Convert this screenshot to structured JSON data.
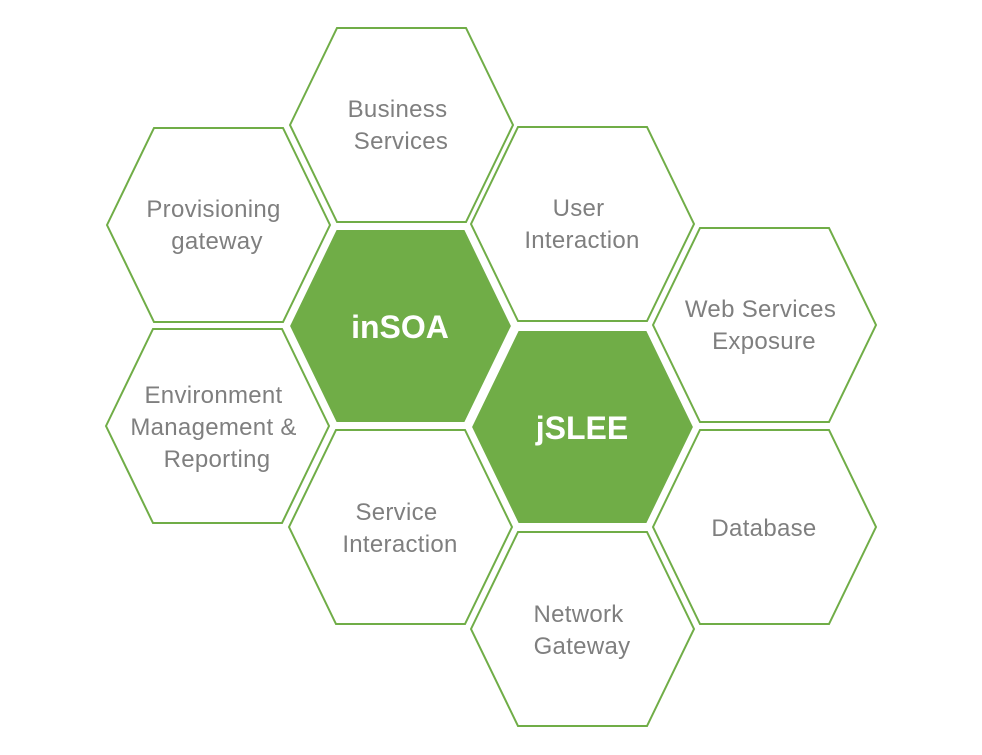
{
  "diagram": {
    "colors": {
      "accent": "#70ad47",
      "text": "#7f7f7f",
      "core_text": "#ffffff",
      "background": "#ffffff"
    },
    "hexagons": {
      "business_services": {
        "lines": [
          "Business",
          "Services"
        ]
      },
      "provisioning_gateway": {
        "lines": [
          "Provisioning",
          "gateway"
        ]
      },
      "user_interaction": {
        "lines": [
          "User",
          "Interaction"
        ]
      },
      "web_services_exposure": {
        "lines": [
          "Web Services",
          "Exposure"
        ]
      },
      "environment_management": {
        "lines": [
          "Environment",
          "Management &",
          "Reporting"
        ]
      },
      "service_interaction": {
        "lines": [
          "Service",
          "Interaction"
        ]
      },
      "database": {
        "lines": [
          "Database"
        ]
      },
      "network_gateway": {
        "lines": [
          "Network",
          "Gateway"
        ]
      },
      "insoa": {
        "lines": [
          "inSOA"
        ]
      },
      "jslee": {
        "lines": [
          "jSLEE"
        ]
      }
    }
  }
}
